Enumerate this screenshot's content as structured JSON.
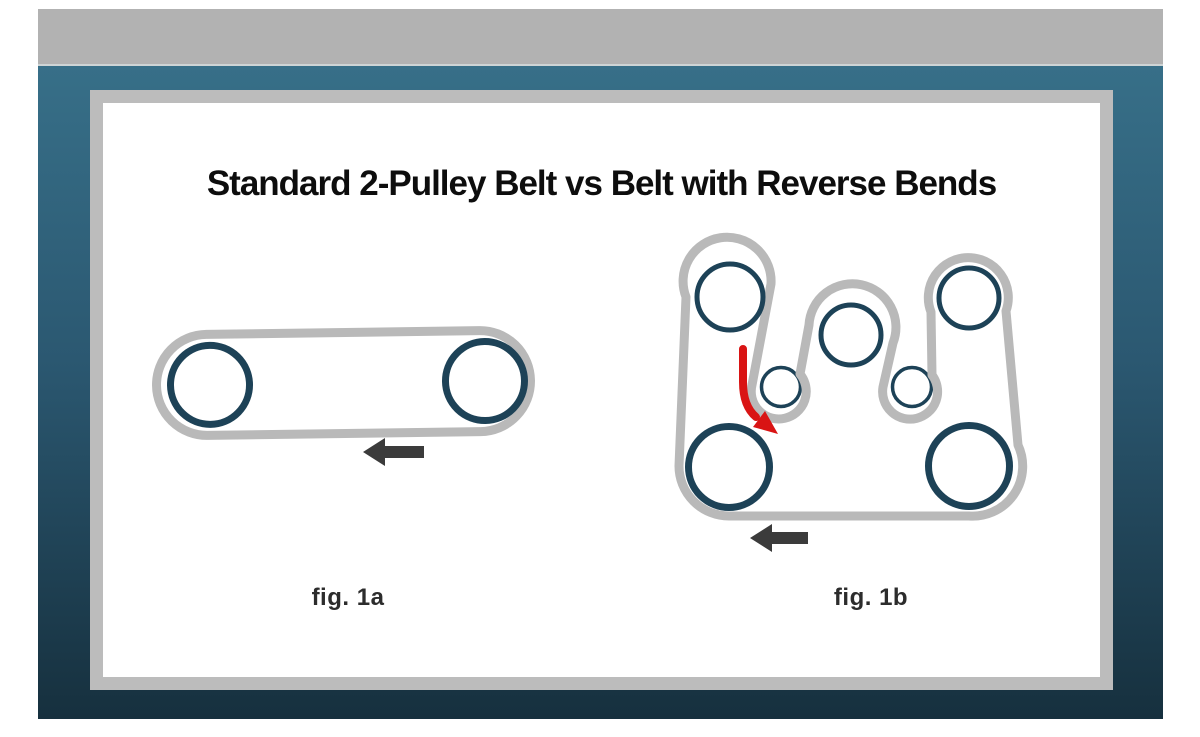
{
  "title": "Standard 2-Pulley Belt vs Belt with Reverse Bends",
  "figures": [
    {
      "label": "fig. 1a",
      "name": "standard-2-pulley-belt",
      "pulley_count": 2,
      "idler_count": 0,
      "belt_direction": "left"
    },
    {
      "label": "fig. 1b",
      "name": "belt-with-reverse-bends",
      "pulley_count": 5,
      "idler_count": 2,
      "belt_direction": "left",
      "has_reverse_bend_arrow": true
    }
  ],
  "colors": {
    "top_bar_color": "#b2b2b2",
    "panel_top_color": "#376f88",
    "panel_mid_color": "#2b5871",
    "panel_bottom_color": "#16303e",
    "card_border_color": "#bcbcbc",
    "card_bg_color": "#ffffff",
    "belt_color": "#b9b9b9",
    "pulley_color": "#1d4257",
    "arrow_color": "#3b3b3b",
    "reverse_arrow_color": "#d91414",
    "title_color": "#0d0d0d",
    "label_color": "#2c2c2c"
  }
}
